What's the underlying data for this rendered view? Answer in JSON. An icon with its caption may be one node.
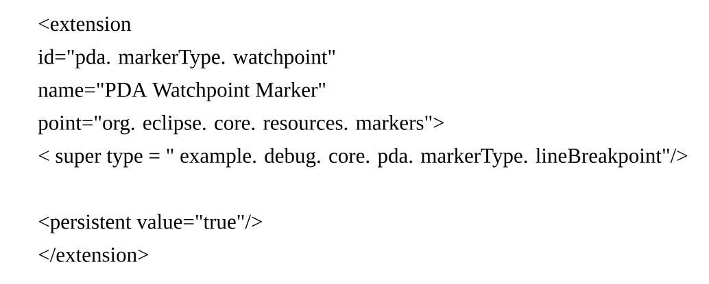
{
  "diagram": {
    "labels": [
      "<extension",
      "id=\"pda. markerType. watchpoint\"",
      "name=\"PDA Watchpoint Marker\"",
      "point=\"org. eclipse. core. resources. markers\">",
      "< super type = \" example. debug. core. pda. markerType. lineBreakpoint\"/>",
      "<persistent value=\"true\"/>",
      "</extension>"
    ]
  }
}
